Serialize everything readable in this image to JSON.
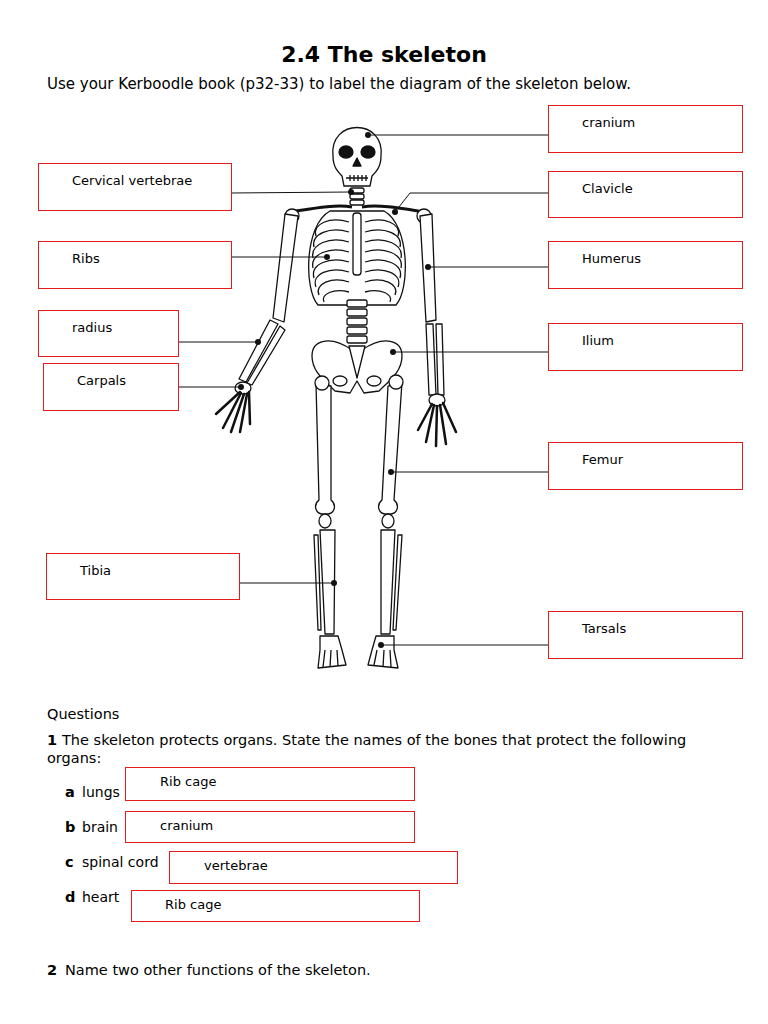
{
  "diagram": {
    "title": "2.4 The skeleton",
    "nodes": [
      {
        "text": [
          "cranium"
        ]
      },
      {
        "text": [
          "Cervical vertebrae"
        ]
      },
      {
        "text": [
          "Clavicle"
        ]
      },
      {
        "text": [
          "Ribs"
        ]
      },
      {
        "text": [
          "Humerus"
        ]
      },
      {
        "text": [
          "radius"
        ]
      },
      {
        "text": [
          "Ilium"
        ]
      },
      {
        "text": [
          "Carpals"
        ]
      },
      {
        "text": [
          "Femur"
        ]
      },
      {
        "text": [
          "Tibia"
        ]
      },
      {
        "text": [
          "Tarsals"
        ]
      },
      {
        "text": [
          "Rib cage"
        ]
      },
      {
        "text": [
          "cranium"
        ]
      },
      {
        "text": [
          "vertebrae"
        ]
      },
      {
        "text": [
          "Rib cage"
        ]
      }
    ],
    "labels": [
      "Use your Kerboodle book (p32-33) to label the diagram of the skeleton below.",
      "Questions",
      "1",
      "The skeleton protects organs. State the names of the bones that protect the following organs:",
      "a",
      "lungs",
      "b",
      "brain",
      "c",
      "spinal cord",
      "d",
      "heart",
      "2",
      "Name two other functions of the skeleton."
    ]
  }
}
